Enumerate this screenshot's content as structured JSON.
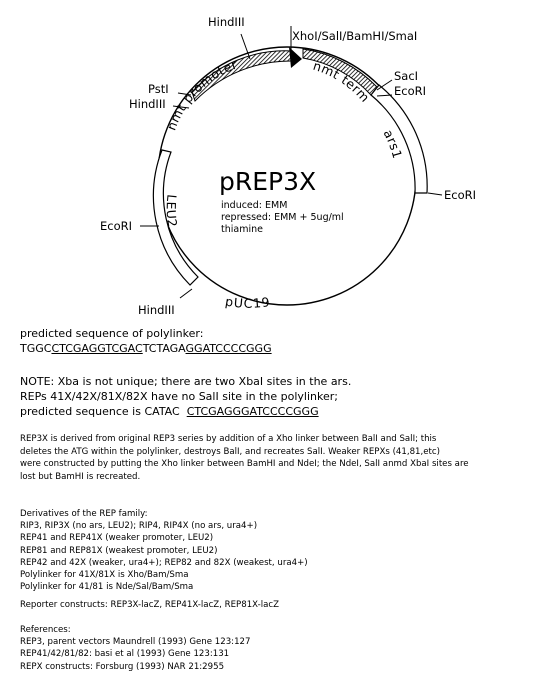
{
  "plasmid": {
    "name": "pREP3X",
    "info": [
      "induced: EMM",
      "repressed: EMM + 5ug/ml",
      "thiamine"
    ]
  },
  "features": {
    "nmt_promoter": "nmt promoter",
    "nmt_term": "nmt term",
    "ars1": "ars1",
    "leu2": "LEU2",
    "puc19": "pUC19"
  },
  "sites": {
    "hindiii_top": "HindIII",
    "polylinker": "XhoI/SalI/BamHI/SmaI",
    "psti": "PstI",
    "hindiii_left": "HindIII",
    "saci": "SacI",
    "ecori_right_top": "EcoRI",
    "ecori_right": "EcoRI",
    "ecori_left": "EcoRI",
    "hindiii_bottom": "HindIII"
  },
  "polylinker_seq": {
    "heading": "predicted sequence of polylinker:",
    "p1": "TGGC",
    "p2": "CTCGAGGTCGAC",
    "p3": "TCTAGA",
    "p4": "GGATCCCCGGG"
  },
  "note": {
    "l1": "NOTE:  Xba is not unique;  there are two XbaI sites in the ars.",
    "l2": "REPs 41X/42X/81X/82X have no SalI site in the polylinker;",
    "l3a": "predicted sequence is CATAC  ",
    "l3b": "CTCGAGGGATCCCCGGG"
  },
  "description": [
    "REP3X is derived from original REP3 series by addition of a Xho linker between BalI and SalI; this",
    "deletes the ATG within the polylinker, destroys BalI, and recreates SalI.  Weaker REPXs (41,81,etc)",
    "were constructed by putting the Xho linker between BamHI and NdeI;  the NdeI, SalI anmd XbaI sites are",
    "lost but BamHI is recreated."
  ],
  "derivatives": {
    "heading": "Derivatives of the REP family:",
    "lines": [
      "RIP3, RIP3X  (no ars, LEU2); RIP4, RIP4X (no ars, ura4+)",
      "REP41 and REP41X (weaker promoter, LEU2)",
      "REP81 and REP81X (weakest promoter, LEU2)",
      "REP42 and 42X (weaker, ura4+);  REP82 and 82X (weakest, ura4+)",
      "Polylinker for 41X/81X is Xho/Bam/Sma",
      "Polylinker for 41/81 is Nde/Sal/Bam/Sma"
    ]
  },
  "reporters": "Reporter constructs:  REP3X-lacZ, REP41X-lacZ, REP81X-lacZ",
  "references": {
    "heading": "References:",
    "lines": [
      "REP3, parent vectors Maundrell (1993) Gene 123:127",
      "REP41/42/81/82:  basi et al (1993) Gene 123:131",
      "REPX constructs:  Forsburg (1993) NAR 21:2955"
    ]
  }
}
